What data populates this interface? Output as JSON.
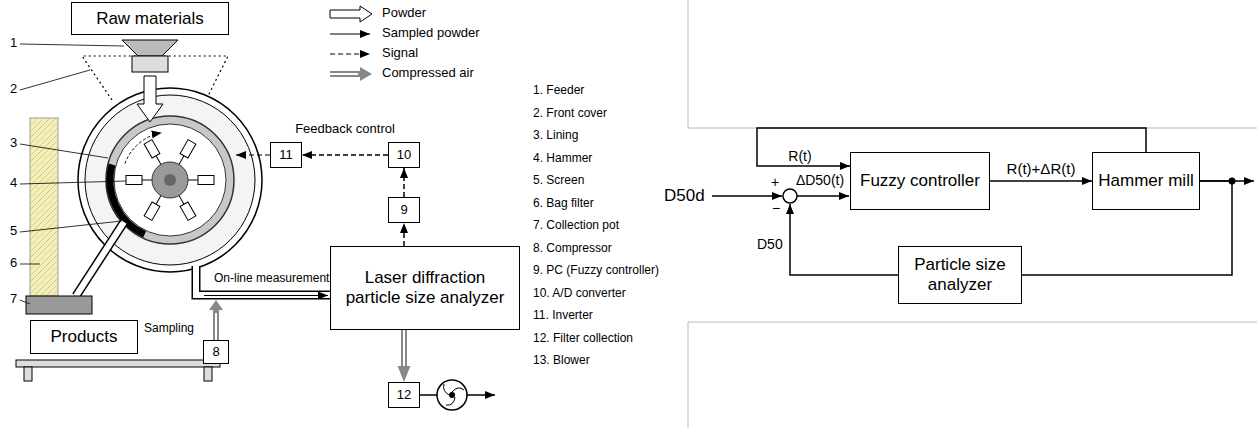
{
  "diagram": {
    "nodes": [
      {
        "text": [
          "Raw materials"
        ]
      },
      {
        "text": [
          "Products"
        ]
      },
      {
        "text": [
          "Laser diffraction particle size analyzer"
        ]
      },
      {
        "text": [
          "8"
        ]
      },
      {
        "text": [
          "9"
        ]
      },
      {
        "text": [
          "10"
        ]
      },
      {
        "text": [
          "11"
        ]
      },
      {
        "text": [
          "12"
        ]
      },
      {
        "text": [
          "Fuzzy controller"
        ]
      },
      {
        "text": [
          "Hammer mill"
        ]
      },
      {
        "text": [
          "Particle size analyzer"
        ]
      }
    ],
    "edges": [
      {
        "from": 2,
        "to": 4,
        "arrow": "to"
      },
      {
        "from": 4,
        "to": 5,
        "arrow": "to"
      },
      {
        "from": 5,
        "to": 6,
        "label": "Feedback control",
        "arrow": "to"
      },
      {
        "from": 2,
        "to": 7,
        "arrow": "to"
      },
      {
        "from": 9,
        "to": 8,
        "label": "R(t)",
        "arrow": "to"
      },
      {
        "from": 8,
        "to": 9,
        "label": "R(t)+ΔR(t)",
        "arrow": "to"
      },
      {
        "from": 9,
        "to": 10,
        "arrow": "none"
      }
    ],
    "labels": [
      "1",
      "2",
      "3",
      "4",
      "5",
      "6",
      "7",
      "Sampling",
      "On-line measurement",
      "1. Feeder",
      "2. Front cover",
      "3. Lining",
      "4. Hammer",
      "5. Screen",
      "6. Bag filter",
      "7. Collection pot",
      "8. Compressor",
      "9. PC (Fuzzy controller)",
      "10. A/D converter",
      "11. Inverter",
      "12. Filter collection",
      "13. Blower",
      "D50d",
      "+",
      "−",
      "ΔD50(t)",
      "D50"
    ],
    "legend": [
      {
        "text": "Powder"
      },
      {
        "text": "Sampled powder"
      },
      {
        "text": "Signal"
      },
      {
        "text": "Compressed air"
      }
    ]
  }
}
